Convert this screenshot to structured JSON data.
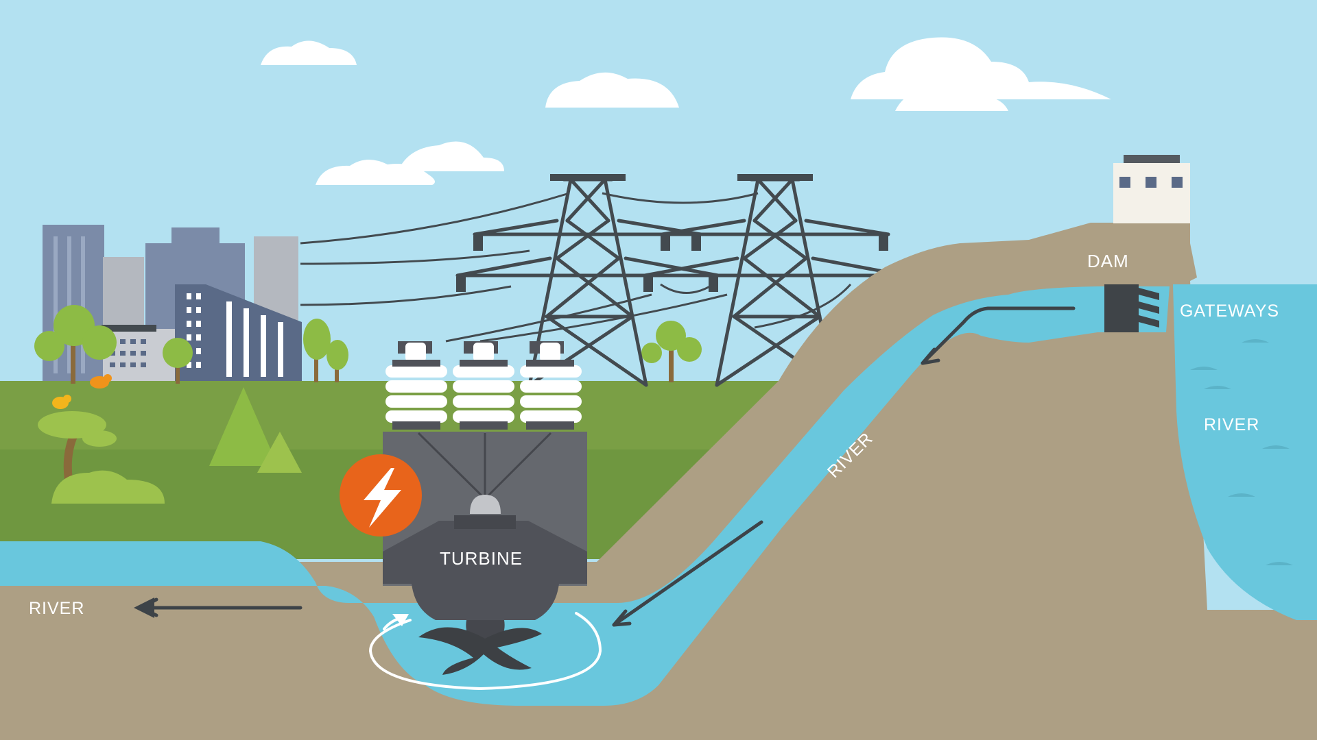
{
  "labels": {
    "dam": "DAM",
    "gateways": "GATEWAYS",
    "river_reservoir": "RIVER",
    "river_penstock": "RIVER",
    "river_outflow": "RIVER",
    "turbine": "TURBINE"
  },
  "colors": {
    "sky": "#b3e1f1",
    "cloud": "#ffffff",
    "grass": "#6f9740",
    "grass_light": "#86a94f",
    "earth": "#ad9f84",
    "water": "#69c7dd",
    "tower": "#434a4f",
    "turbine_body": "#6b6e74",
    "turbine_dark": "#505259",
    "lightning_badge": "#e8641b",
    "arrow": "#3d4348"
  },
  "icons": {
    "power": "lightning-bolt-icon"
  }
}
